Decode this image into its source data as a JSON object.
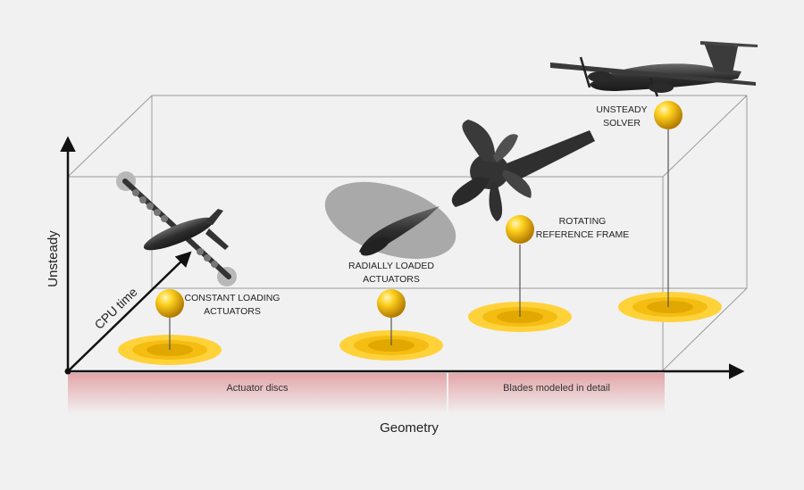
{
  "axes": {
    "y_label": "Unsteady",
    "z_label": "CPU time",
    "x_label": "Geometry"
  },
  "bands": {
    "left": "Actuator discs",
    "right": "Blades modeled in detail"
  },
  "stages": [
    {
      "line1": "CONSTANT LOADING",
      "line2": "ACTUATORS"
    },
    {
      "line1": "RADIALLY LOADED",
      "line2": "ACTUATORS"
    },
    {
      "line1": "ROTATING",
      "line2": "REFERENCE FRAME"
    },
    {
      "line1": "UNSTEADY",
      "line2": "SOLVER"
    }
  ],
  "colors": {
    "background": "#f1f1f1",
    "band": "#e7b7b9",
    "disc_outer": "#ffd23a",
    "disc_inner": "#e8b000",
    "sphere": "#f2b800",
    "aircraft": "#3a3a3a"
  }
}
